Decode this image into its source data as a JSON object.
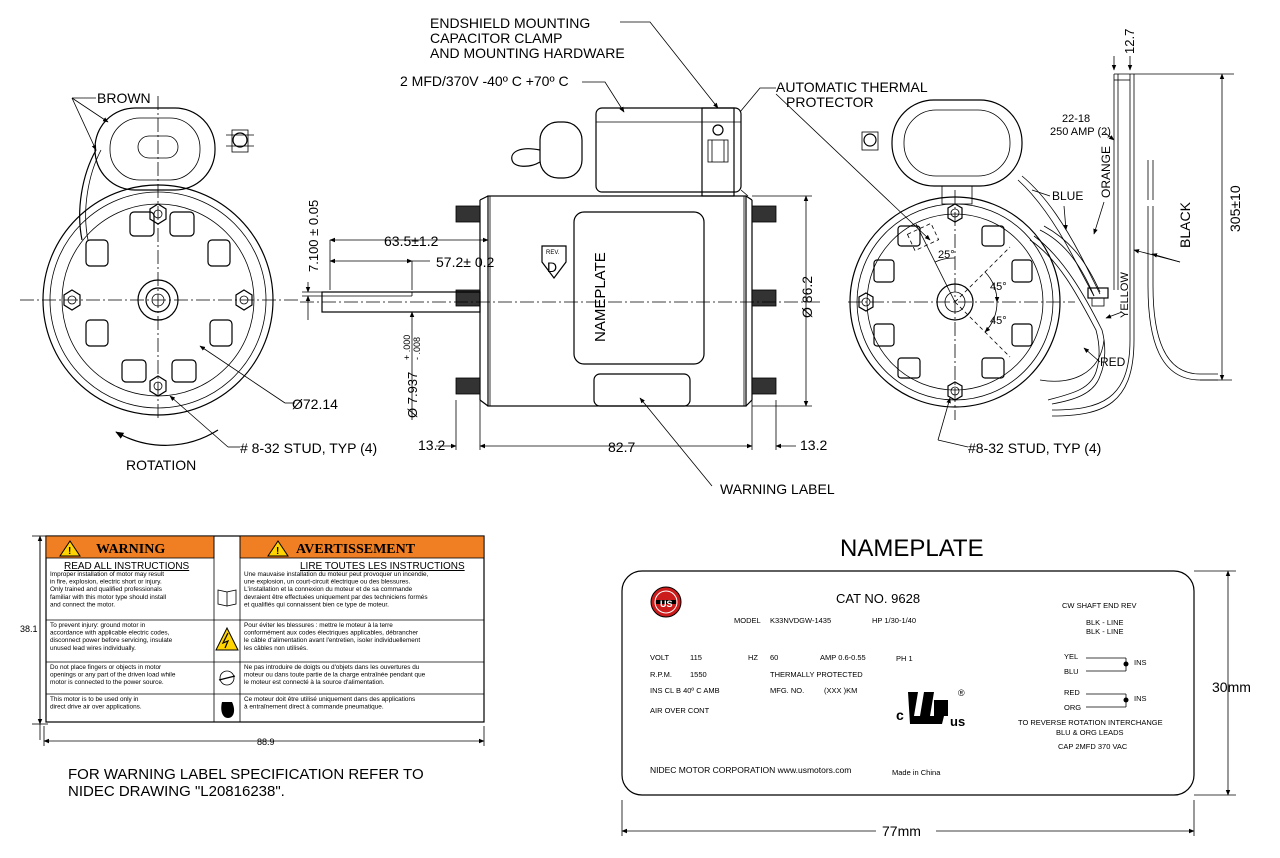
{
  "left_view": {
    "brown": "BROWN",
    "dia": "Ø72.14",
    "stud": "# 8-32 STUD, TYP (4)",
    "rotation": "ROTATION"
  },
  "callouts": {
    "endshield_1": "ENDSHIELD MOUNTING",
    "endshield_2": "CAPACITOR CLAMP",
    "endshield_3": "AND MOUNTING HARDWARE",
    "capacitor": "2 MFD/370V -40º C +70º C",
    "thermal_1": "AUTOMATIC THERMAL",
    "thermal_2": "PROTECTOR",
    "warning_label": "WARNING LABEL"
  },
  "side_view": {
    "dim_7100": "7.100 ± 0.05",
    "dim_635": "63.5±1.2",
    "dim_572": "57.2± 0.2",
    "shaft_dia": "Ø 7.937",
    "shaft_tol_upper": "+ .000",
    "shaft_tol_lower": "- .008",
    "rev_label": "REV.",
    "rev_letter": "D",
    "nameplate": "NAMEPLATE",
    "dim_862": "Ø 86.2",
    "dim_132_left": "13.2",
    "dim_827": "82.7",
    "dim_132_right": "13.2"
  },
  "right_view": {
    "dim_127": "12.7",
    "wire_gauge": "22-18",
    "wire_amp": "250 AMP (2)",
    "dim_305": "305±10",
    "blue": "BLUE",
    "orange": "ORANGE",
    "black": "BLACK",
    "yellow": "YELLOW",
    "red": "RED",
    "ang_25": "25°",
    "ang_45a": "45°",
    "ang_45b": "45°",
    "stud": "#8-32 STUD, TYP (4)"
  },
  "warning_label": {
    "dim_h": "38.1",
    "dim_w": "88.9",
    "title_en": "WARNING",
    "title_fr": "AVERTISSEMENT",
    "read_en": "READ ALL INSTRUCTIONS",
    "read_fr": "LIRE TOUTES LES INSTRUCTIONS",
    "rows": [
      {
        "en": [
          "Improper installation of motor may result",
          "in fire, explosion, electric short or injury.",
          "Only trained and qualified professionals",
          "familiar with this motor type should install",
          "and connect the motor."
        ],
        "fr": [
          "Une mauvaise installation du moteur peut provoquer un incendie,",
          "une explosion, un court-circuit électrique ou des blessures.",
          "L'installation et la connexion du moteur et de sa commande",
          "devraient être effectuées uniquement par des techniciens formés",
          "et qualifiés qui connaissent bien ce type de moteur."
        ]
      },
      {
        "en": [
          "To prevent injury: ground motor in",
          "accordance with applicable electric codes,",
          "disconnect power before servicing, insulate",
          "unused lead wires individually."
        ],
        "fr": [
          "Pour éviter les blessures : mettre le moteur à la terre",
          "conformément aux codes électriques applicables, débrancher",
          "le câble d'alimentation avant l'entretien, isoler individuellement",
          "les câbles non utilisés."
        ]
      },
      {
        "en": [
          "Do not place fingers or objects in motor",
          "openings or any part of the driven load while",
          "motor is connected to the power source."
        ],
        "fr": [
          "Ne pas introduire de doigts ou d'objets dans les ouvertures du",
          "moteur ou dans toute partie de la charge entraînée pendant que",
          "le moteur est connecté à la source d'alimentation."
        ]
      },
      {
        "en": [
          "This motor is to be used only in",
          "direct drive air over applications."
        ],
        "fr": [
          "Ce moteur doit être utilisé uniquement dans des applications",
          "à entraînement direct à commande pneumatique."
        ]
      }
    ],
    "spec_1": "FOR WARNING LABEL SPECIFICATION REFER TO",
    "spec_2": "NIDEC DRAWING \"L20816238\"."
  },
  "nameplate": {
    "heading": "NAMEPLATE",
    "cat": "CAT NO. 9628",
    "model_label": "MODEL",
    "model": "K33NVDGW-1435",
    "hp": "HP 1/30-1/40",
    "cw": "CW SHAFT END REV",
    "blk1": "BLK - LINE",
    "blk2": "BLK - LINE",
    "volt_label": "VOLT",
    "volt": "115",
    "hz_label": "HZ",
    "hz": "60",
    "amp": "AMP 0.6-0.55",
    "ph": "PH 1",
    "rpm_label": "R.P.M.",
    "rpm": "1550",
    "thermal": "THERMALLY PROTECTED",
    "ins": "INS CL B 40º C AMB",
    "mfg_label": "MFG. NO.",
    "mfg": "(XXX )KM",
    "air": "AIR OVER CONT",
    "yel": "YEL",
    "blu": "BLU",
    "ins1": "INS",
    "red": "RED",
    "org": "ORG",
    "ins2": "INS",
    "reverse1": "TO REVERSE ROTATION INTERCHANGE",
    "reverse2": "BLU & ORG LEADS",
    "cap": "CAP 2MFD 370 VAC",
    "ul_c": "c",
    "ul_us": "us",
    "ul_r": "®",
    "corp": "NIDEC MOTOR CORPORATION  www.usmotors.com",
    "made": "Made in China",
    "logo": "US",
    "dim_h": "30mm",
    "dim_w": "77mm"
  }
}
